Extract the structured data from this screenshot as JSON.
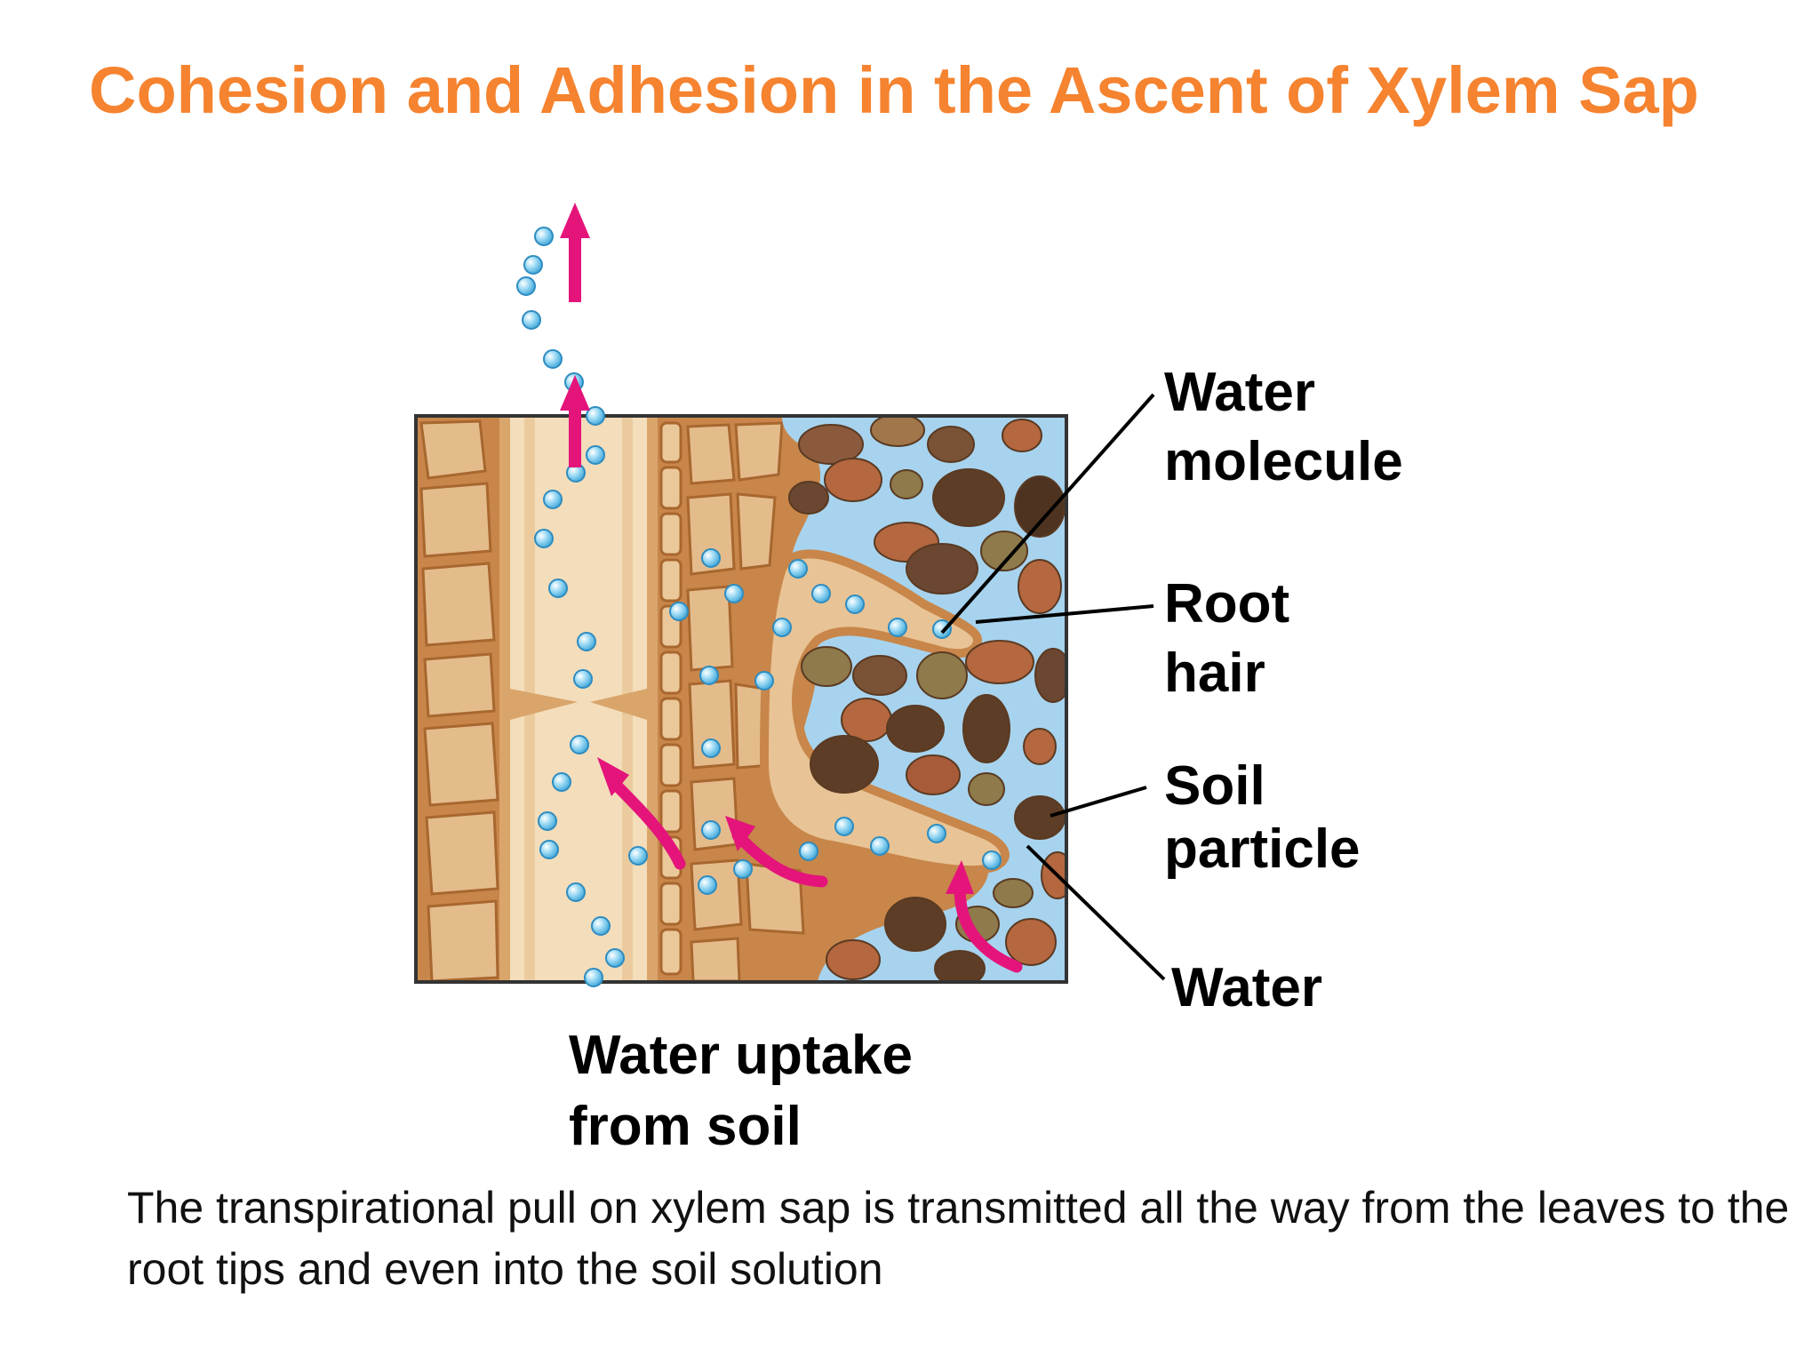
{
  "slide": {
    "title": "Cohesion and Adhesion in the Ascent of Xylem Sap",
    "caption": "The transpirational pull on xylem sap is transmitted all the way from the leaves to the root tips and even into the soil solution"
  },
  "diagram": {
    "labels": {
      "water_molecule": [
        "Water",
        "molecule"
      ],
      "root_hair": [
        "Root",
        "hair"
      ],
      "soil_particle": [
        "Soil",
        "particle"
      ],
      "water": "Water",
      "uptake": [
        "Water uptake",
        "from soil"
      ]
    },
    "colors": {
      "title": "#F5832F",
      "tissue": "#C8864A",
      "cell": "#E4BC8C",
      "xylem": "#F3DDBB",
      "soil_water": "#A7D3EE",
      "arrow": "#E4147A",
      "molecule": "#6CC3EA"
    }
  }
}
